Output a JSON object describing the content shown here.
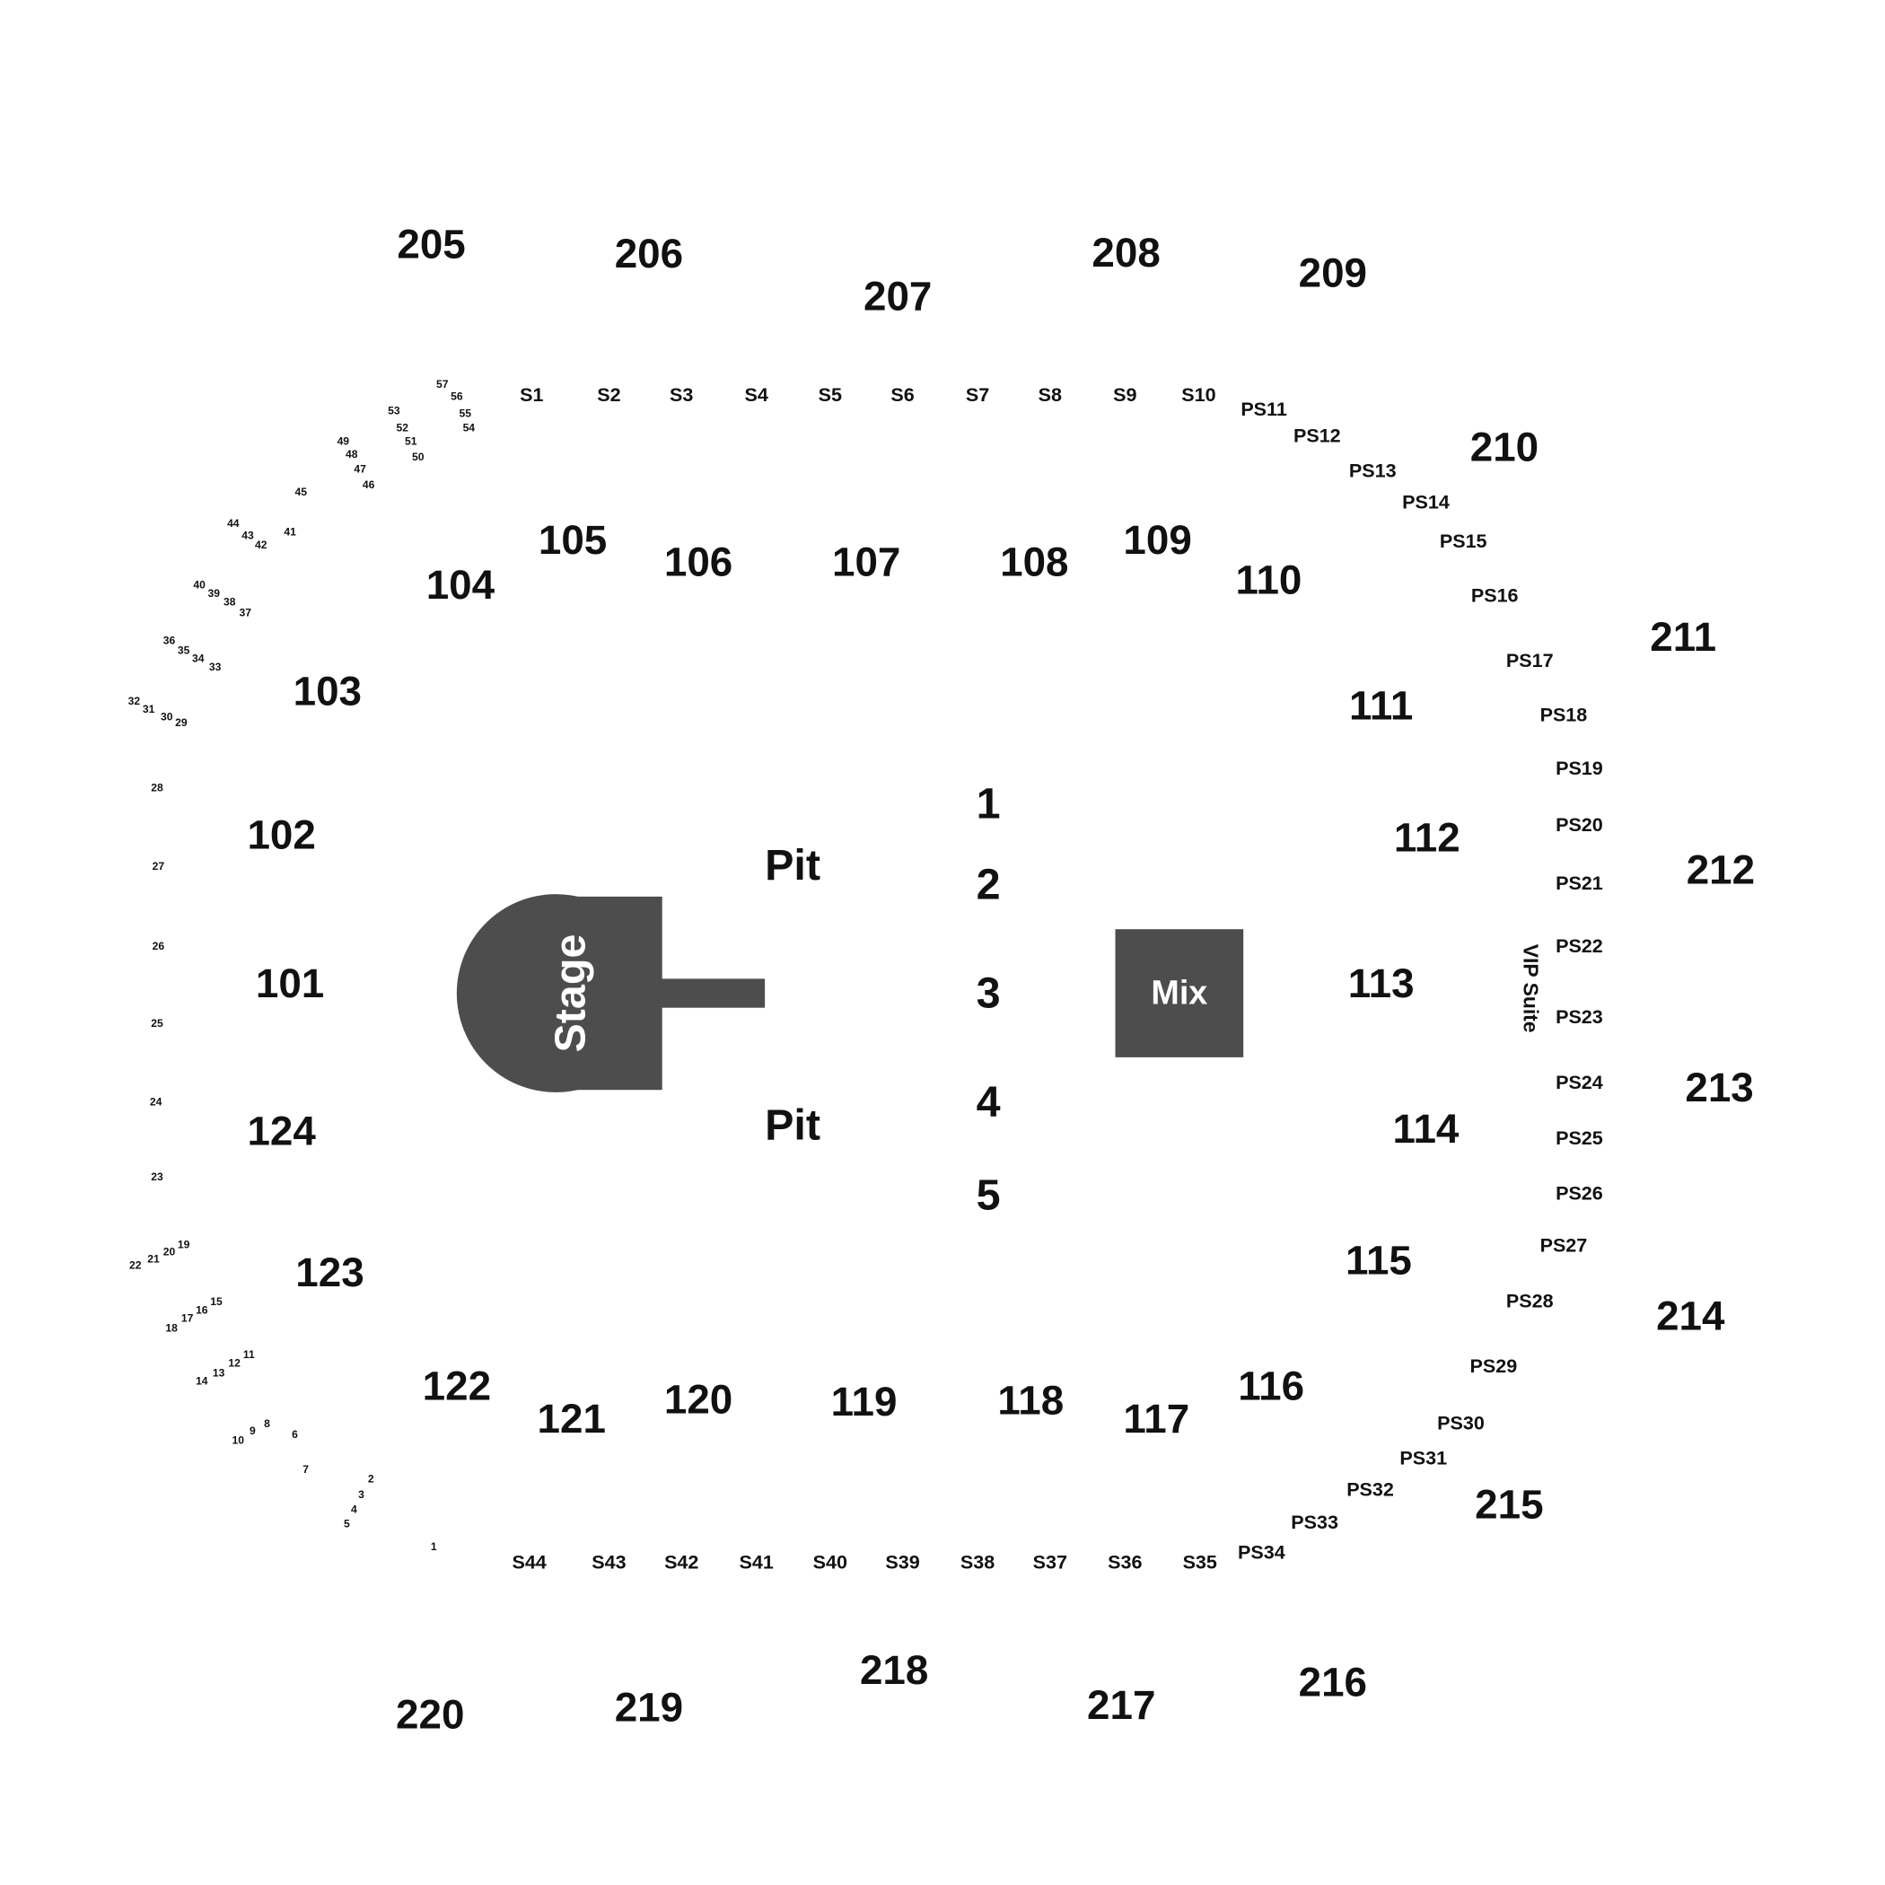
{
  "upper_sections": [
    "205",
    "206",
    "207",
    "208",
    "209",
    "210",
    "211",
    "212",
    "213",
    "214",
    "215",
    "216",
    "217",
    "218",
    "219",
    "220"
  ],
  "lower_sections": [
    "101",
    "102",
    "103",
    "104",
    "105",
    "106",
    "107",
    "108",
    "109",
    "110",
    "111",
    "112",
    "113",
    "114",
    "115",
    "116",
    "117",
    "118",
    "119",
    "120",
    "121",
    "122",
    "123",
    "124"
  ],
  "floor_sections": [
    "Pit",
    "Pit",
    "1",
    "2",
    "3",
    "4",
    "5"
  ],
  "suites_top": [
    "S1",
    "S2",
    "S3",
    "S4",
    "S5",
    "S6",
    "S7",
    "S8",
    "S9",
    "S10"
  ],
  "party_suites": [
    "PS11",
    "PS12",
    "PS13",
    "PS14",
    "PS15",
    "PS16",
    "PS17",
    "PS18",
    "PS19",
    "PS20",
    "PS21",
    "PS22",
    "PS23",
    "PS24",
    "PS25",
    "PS26",
    "PS27",
    "PS28",
    "PS29",
    "PS30",
    "PS31",
    "PS32",
    "PS33",
    "PS34"
  ],
  "suites_bottom": [
    "S44",
    "S43",
    "S42",
    "S41",
    "S40",
    "S39",
    "S38",
    "S37",
    "S36",
    "S35"
  ],
  "boxes": [
    "57",
    "56",
    "55",
    "54",
    "53",
    "52",
    "51",
    "50",
    "49",
    "48",
    "47",
    "46",
    "45",
    "44",
    "43",
    "42",
    "41",
    "40",
    "39",
    "38",
    "37",
    "36",
    "35",
    "34",
    "33",
    "32",
    "31",
    "30",
    "29",
    "28",
    "27",
    "26",
    "25",
    "24",
    "23",
    "22",
    "21",
    "20",
    "19",
    "18",
    "17",
    "16",
    "15",
    "14",
    "13",
    "12",
    "11",
    "10",
    "9",
    "8",
    "7",
    "6",
    "5",
    "4",
    "3",
    "2",
    "1"
  ],
  "stage_label": "Stage",
  "mix_label": "Mix",
  "vip_label": "VIP Suite",
  "colors": {
    "stage": "#4d4d4d",
    "text": "#111111"
  }
}
